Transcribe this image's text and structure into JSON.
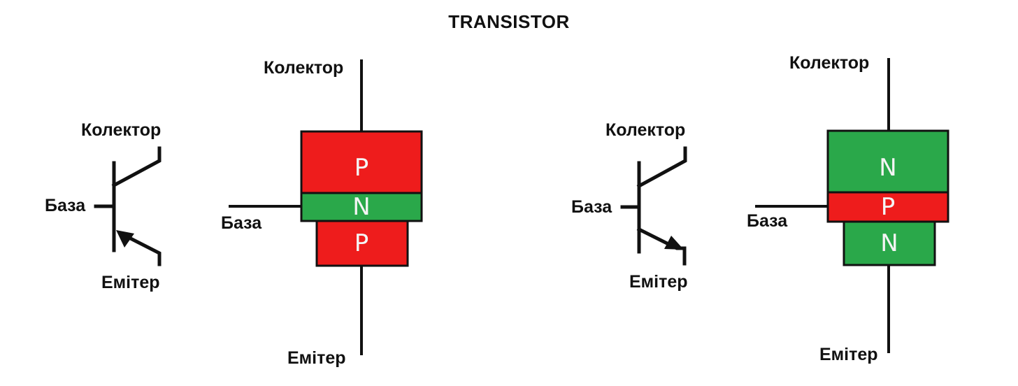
{
  "title": "TRANSISTOR",
  "colors": {
    "p_layer": "#ee1c1c",
    "n_layer": "#2aa84a",
    "line": "#111111"
  },
  "pnp": {
    "symbol": {
      "collector_label": "Колектор",
      "base_label": "База",
      "emitter_label": "Емітер",
      "arrow": "arrow-into-base-icon"
    },
    "structure": {
      "collector_label": "Колектор",
      "base_label": "База",
      "emitter_label": "Емітер",
      "layers": [
        "P",
        "N",
        "P"
      ]
    }
  },
  "npn": {
    "symbol": {
      "collector_label": "Колектор",
      "base_label": "База",
      "emitter_label": "Емітер",
      "arrow": "arrow-out-of-base-icon"
    },
    "structure": {
      "collector_label": "Колектор",
      "base_label": "База",
      "emitter_label": "Емітер",
      "layers": [
        "N",
        "P",
        "N"
      ]
    }
  }
}
